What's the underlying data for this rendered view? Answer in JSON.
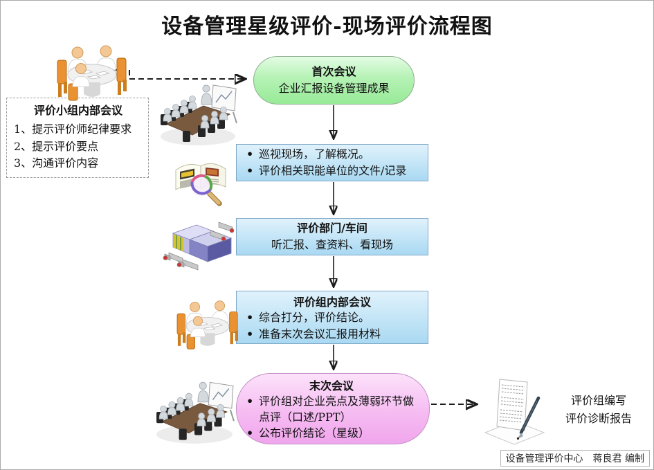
{
  "title": "设备管理星级评价-现场评价流程图",
  "left_box": {
    "title": "评价小组内部会议",
    "items": [
      "1、提示评价师纪律要求",
      "2、提示评价要点",
      "3、沟通评价内容"
    ]
  },
  "flow": {
    "first_meeting": {
      "title": "首次会议",
      "subtitle": "企业汇报设备管理成果"
    },
    "site_tour": {
      "bullets": [
        "巡视现场，了解概况。",
        "评价相关职能单位的文件/记录"
      ]
    },
    "dept_review": {
      "title": "评价部门/车间",
      "subtitle": "听汇报、查资料、看现场"
    },
    "internal_meeting": {
      "title": "评价组内部会议",
      "bullets": [
        "综合打分，评价结论。",
        "准备末次会议汇报用材料"
      ]
    },
    "final_meeting": {
      "title": "末次会议",
      "bullets": [
        "评价组对企业亮点及薄弱环节做点评（口述/PPT）",
        "公布评价结论（星级）"
      ]
    }
  },
  "report_note": {
    "line1": "评价组编写",
    "line2": "评价诊断报告"
  },
  "credit": "设备管理评价中心　蒋良君 编制",
  "icons": {
    "team_round_table": "round-table-meeting-icon",
    "conference": "conference-presentation-icon",
    "book_magnifier": "book-magnifier-icon",
    "machine": "machine-equipment-icon",
    "document_pen": "report-document-pen-icon"
  },
  "colors": {
    "node_green": "#b5f2b5",
    "node_blue": "#bfe3f6",
    "node_pink": "#f6bcf2",
    "green_border": "#8fae8f",
    "blue_border": "#7ea7c6",
    "pink_border": "#c391c6",
    "arrow": "#1c1c1c"
  }
}
